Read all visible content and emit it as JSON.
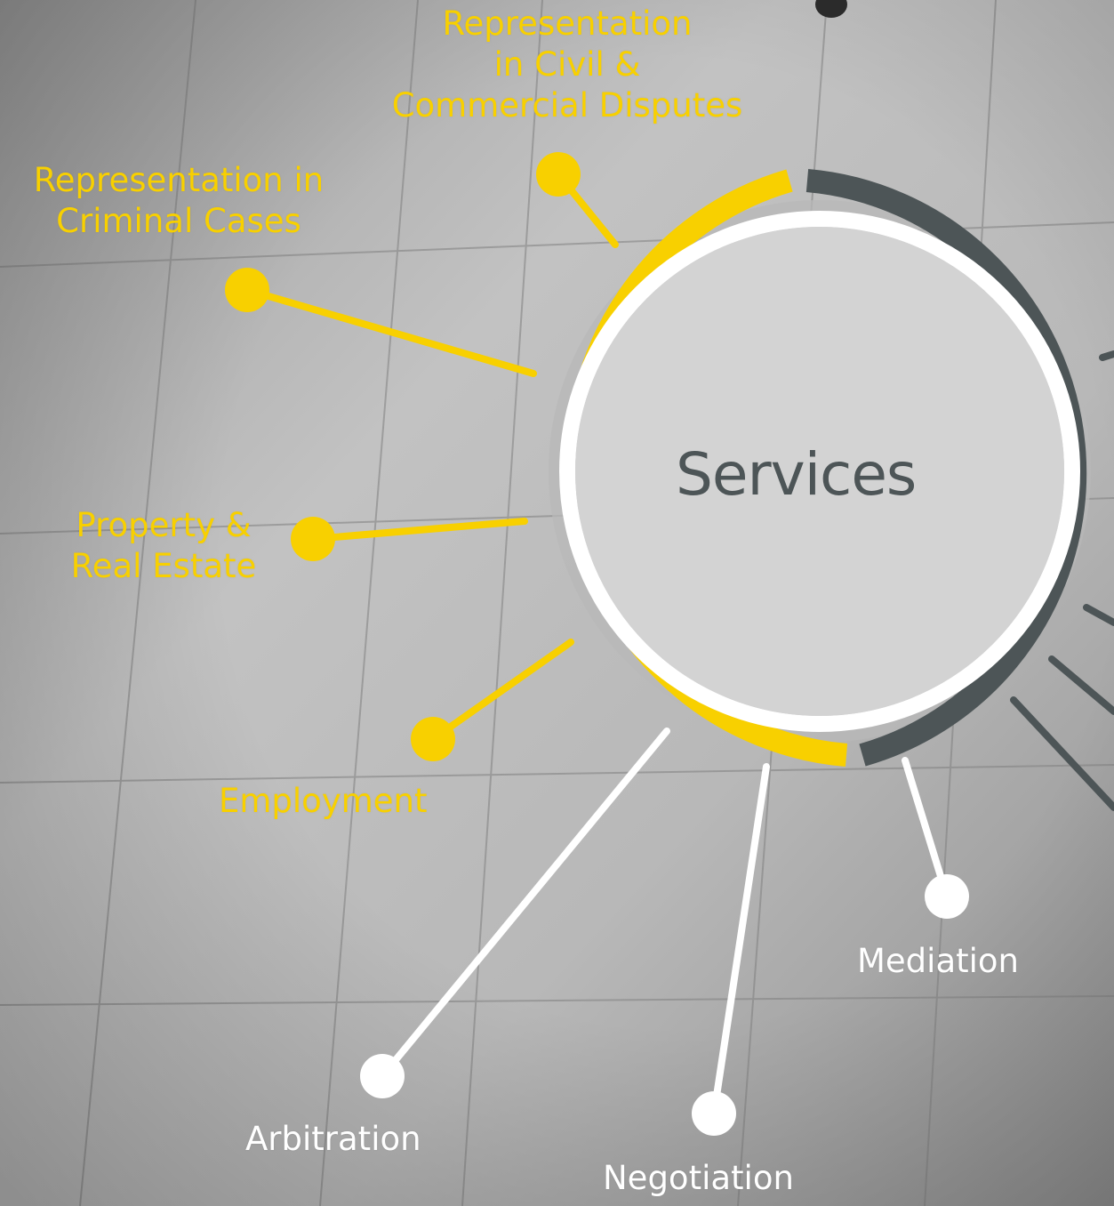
{
  "center": {
    "title": "Services"
  },
  "colors": {
    "yellow": "#f8d000",
    "dark": "#4d5557",
    "white": "#ffffff",
    "background": "#a9a9a9"
  },
  "services": [
    {
      "id": "civil",
      "lines": [
        "Representation",
        "in Civil &",
        "Commercial Disputes"
      ],
      "color": "yellow"
    },
    {
      "id": "criminal",
      "lines": [
        "Representation in",
        "Criminal Cases"
      ],
      "color": "yellow"
    },
    {
      "id": "property",
      "lines": [
        "Property &",
        "Real Estate"
      ],
      "color": "yellow"
    },
    {
      "id": "employment",
      "lines": [
        "Employment"
      ],
      "color": "yellow"
    },
    {
      "id": "arbitration",
      "lines": [
        "Arbitration"
      ],
      "color": "white"
    },
    {
      "id": "negotiation",
      "lines": [
        "Negotiation"
      ],
      "color": "white"
    },
    {
      "id": "mediation",
      "lines": [
        "Mediation"
      ],
      "color": "white"
    }
  ]
}
